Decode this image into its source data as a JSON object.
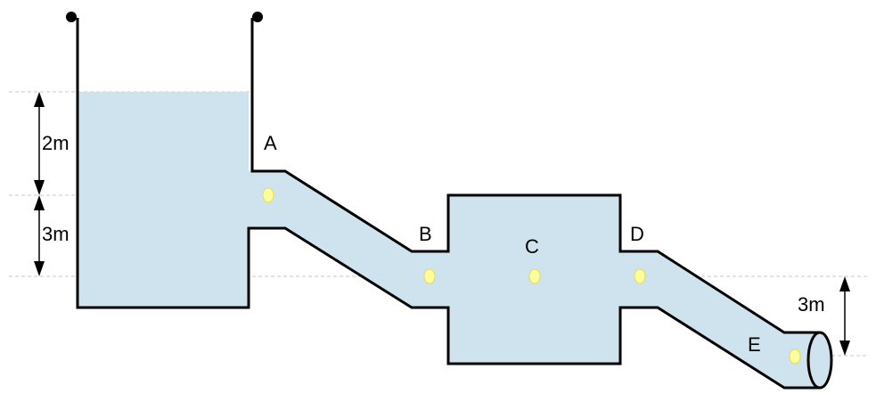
{
  "labels": {
    "point_a": "A",
    "point_b": "B",
    "point_c": "C",
    "point_d": "D",
    "point_e": "E"
  },
  "dimensions": {
    "upper_height": "2m",
    "lower_height": "3m",
    "outlet_drop": "3m"
  },
  "colors": {
    "water": "#cfe3ef",
    "outline": "#000000",
    "marker_fill": "#ffff99",
    "marker_stroke": "#e6d85a",
    "guide_line": "#c8c8c8"
  }
}
